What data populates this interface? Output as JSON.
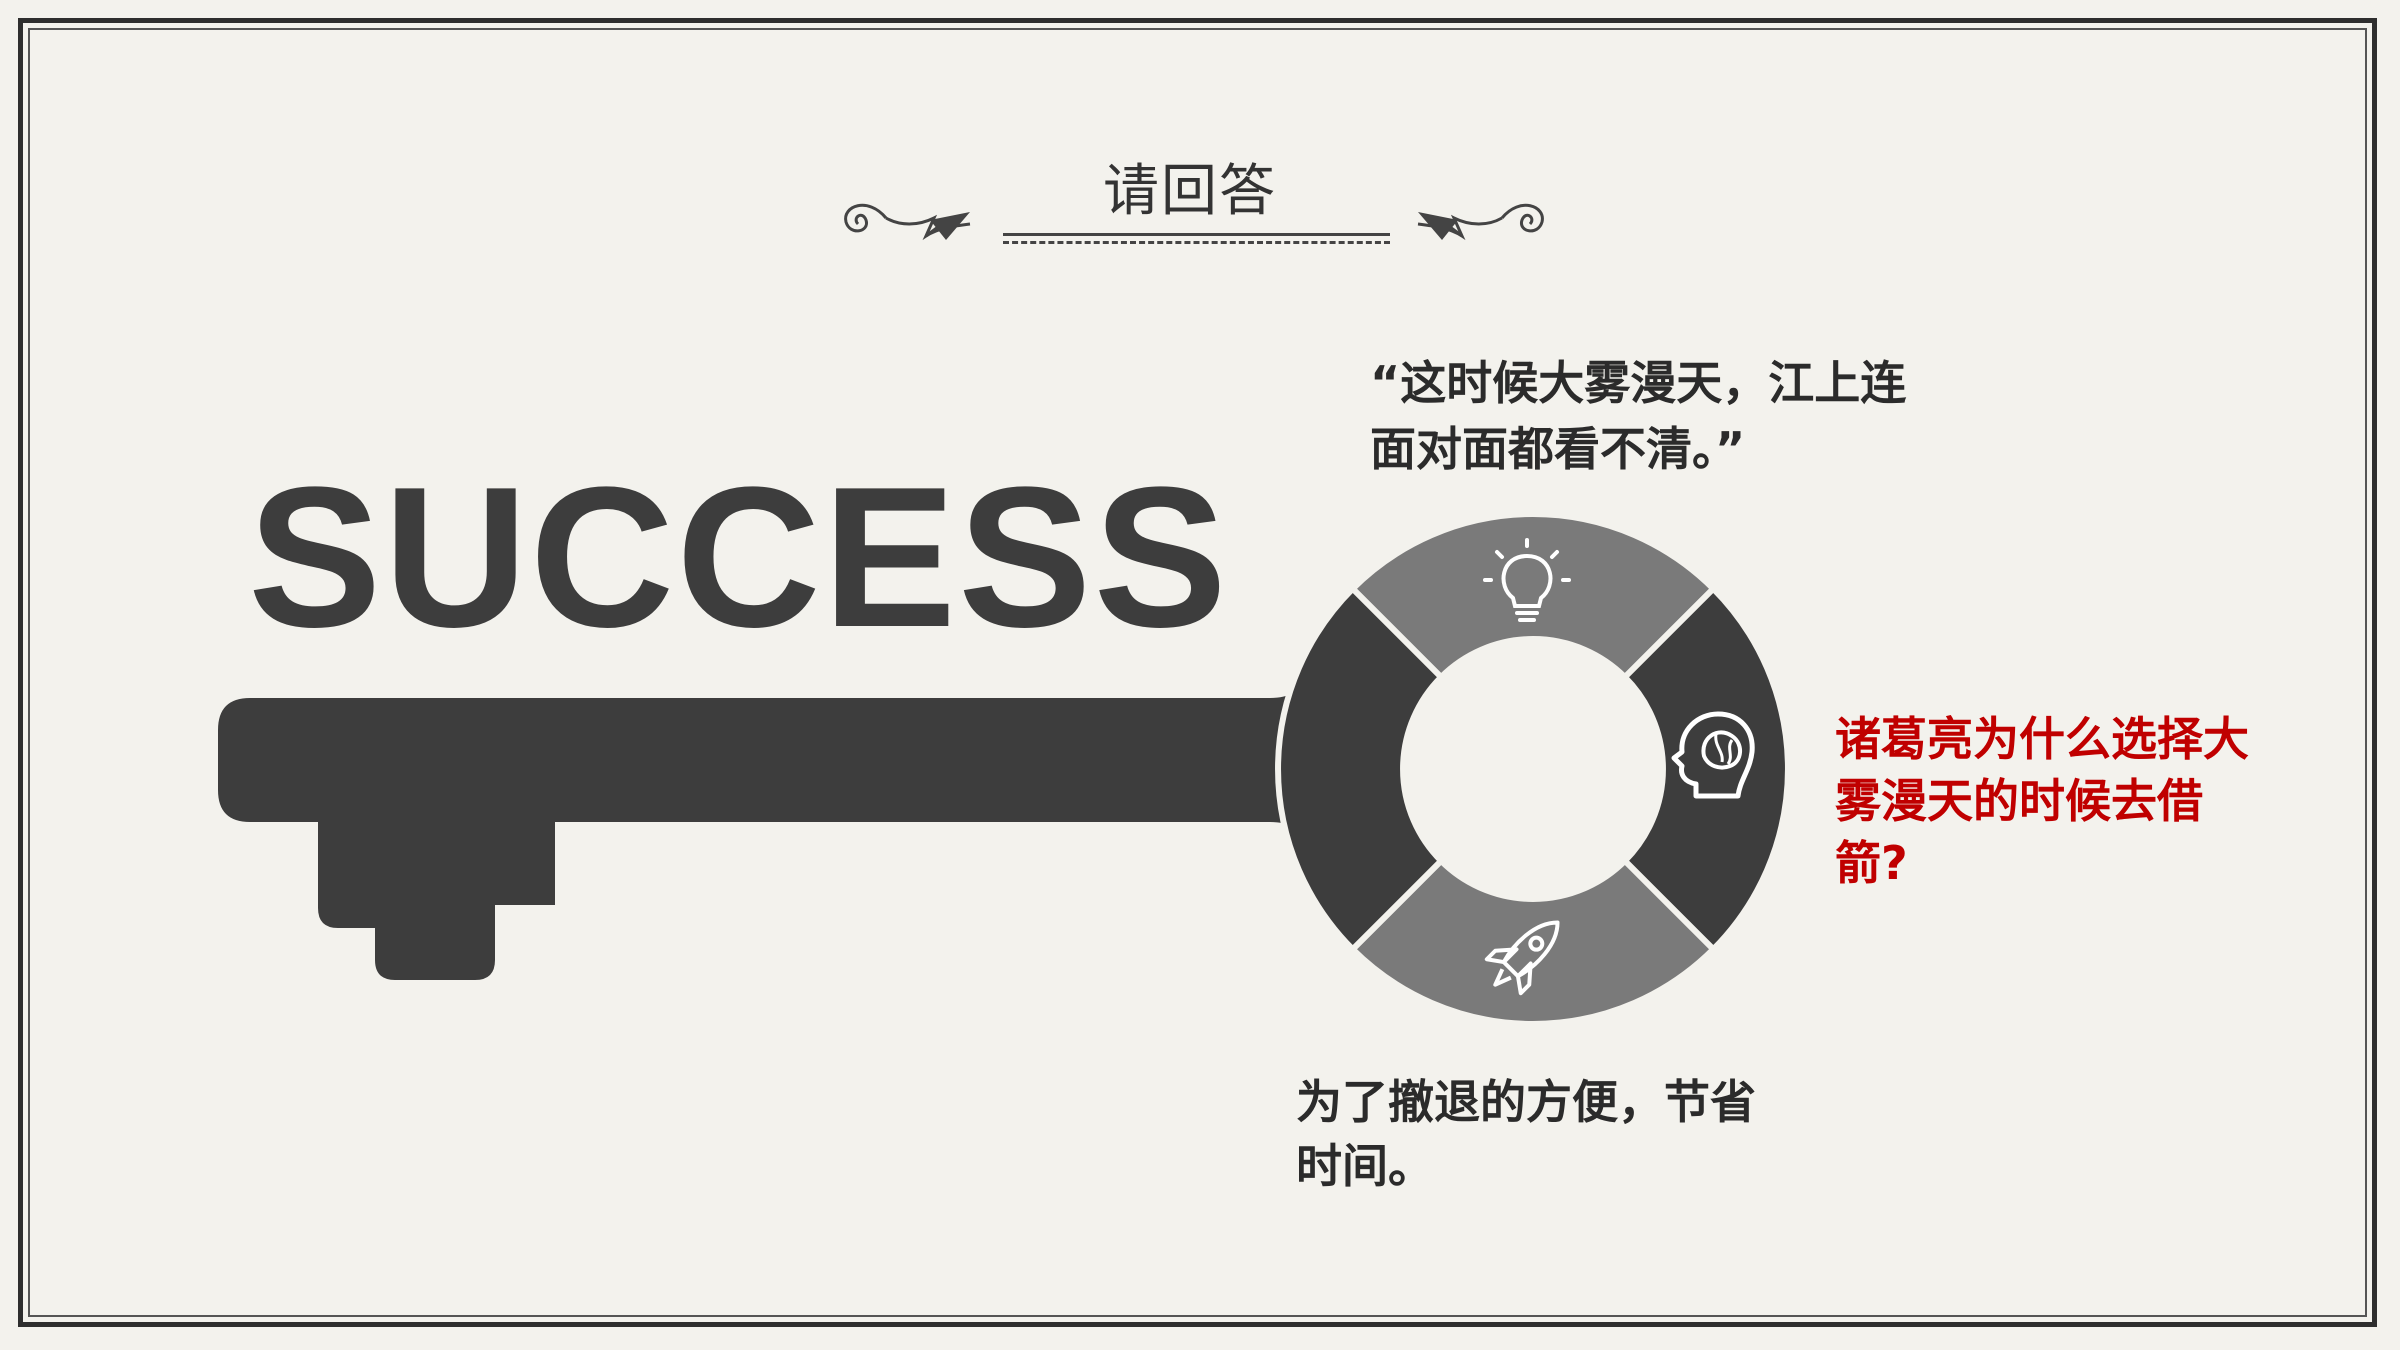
{
  "slide": {
    "title": "请回答",
    "headline": "SUCCESS",
    "quote": "“这时候大雾漫天，江上连面对面都看不清。”",
    "question": "诸葛亮为什么选择大雾漫天的时候去借箭?",
    "answer": "为了撤退的方便，节省时间。"
  },
  "icons": {
    "top_segment": "lightbulb-icon",
    "right_segment": "head-brain-icon",
    "bottom_segment": "rocket-icon"
  },
  "colors": {
    "background": "#f3f2ed",
    "key_dark": "#3d3d3d",
    "segment_light": "#7a7a7a",
    "question_red": "#c00000"
  }
}
